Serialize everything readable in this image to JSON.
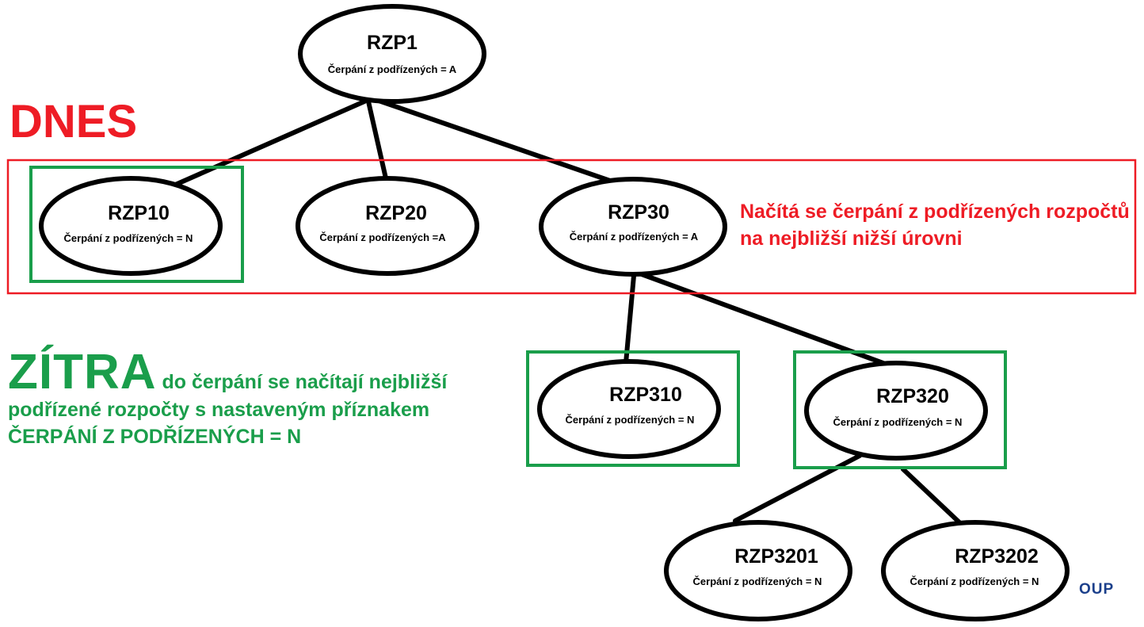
{
  "headings": {
    "today": "DNES",
    "tomorrow": "ZÍTRA",
    "tomorrow_desc": " do čerpání se načítají nejbližší podřízené rozpočty s nastaveným příznakem ČERPÁNÍ Z PODŘÍZENÝCH = N"
  },
  "note_today": "Načítá se čerpání z podřízených rozpočtů na nejbližší nižší úrovni",
  "nodes": {
    "rzp1": {
      "title": "RZP1",
      "subtitle": "Čerpání z podřízených = A"
    },
    "rzp10": {
      "title": "RZP10",
      "subtitle": "Čerpání z podřízených = N"
    },
    "rzp20": {
      "title": "RZP20",
      "subtitle": "Čerpání z podřízených =A"
    },
    "rzp30": {
      "title": "RZP30",
      "subtitle": "Čerpání z podřízených = A"
    },
    "rzp310": {
      "title": "RZP310",
      "subtitle": "Čerpání z podřízených = N"
    },
    "rzp320": {
      "title": "RZP320",
      "subtitle": "Čerpání z podřízených = N"
    },
    "rzp3201": {
      "title": "RZP3201",
      "subtitle": "Čerpání z podřízených = N"
    },
    "rzp3202": {
      "title": "RZP3202",
      "subtitle": "Čerpání z podřízených = N"
    }
  },
  "edges": [
    [
      "rzp1",
      "rzp10"
    ],
    [
      "rzp1",
      "rzp20"
    ],
    [
      "rzp1",
      "rzp30"
    ],
    [
      "rzp30",
      "rzp310"
    ],
    [
      "rzp30",
      "rzp320"
    ],
    [
      "rzp320",
      "rzp3201"
    ],
    [
      "rzp320",
      "rzp3202"
    ]
  ],
  "logo_fragment": "OUP",
  "colors": {
    "today": "#ee1c25",
    "tomorrow": "#1a9e4b",
    "line": "#000000",
    "logo": "#1b3f8b"
  }
}
